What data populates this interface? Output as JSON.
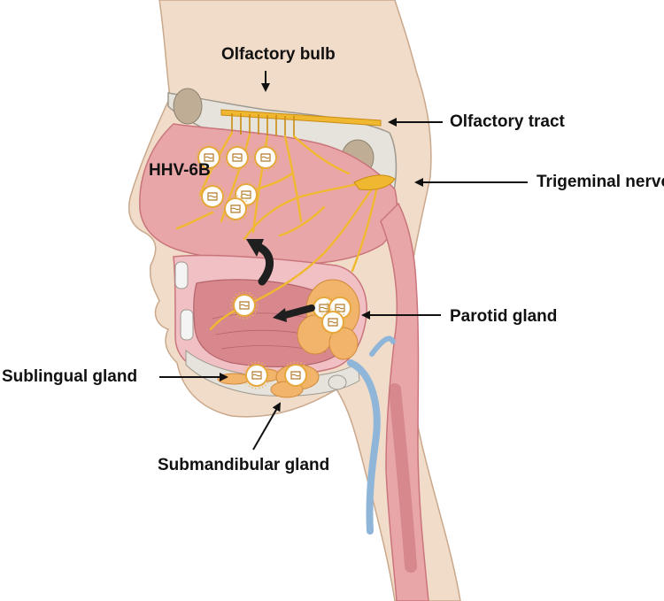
{
  "labels": {
    "olfactory_bulb": "Olfactory bulb",
    "olfactory_tract": "Olfactory tract",
    "hhv6b": "HHV-6B",
    "trigeminal_nerve": "Trigeminal nerve",
    "parotid_gland": "Parotid gland",
    "sublingual_gland": "Sublingual gland",
    "submandibular_gland": "Submandibular gland"
  },
  "colors": {
    "skin": "#f1dcc9",
    "skin_outline": "#c9a88c",
    "bone": "#e6e3dc",
    "bone_outline": "#9e9990",
    "cavity": "#e8a6a8",
    "cavity_dark": "#c9757b",
    "nerve": "#f0b830",
    "nerve_outline": "#c98b12",
    "gland": "#f2b46a",
    "gland_outline": "#d28a3a",
    "virus_outline": "#e6a83a",
    "airway": "#8fb6d9",
    "arrow": "#111111"
  }
}
